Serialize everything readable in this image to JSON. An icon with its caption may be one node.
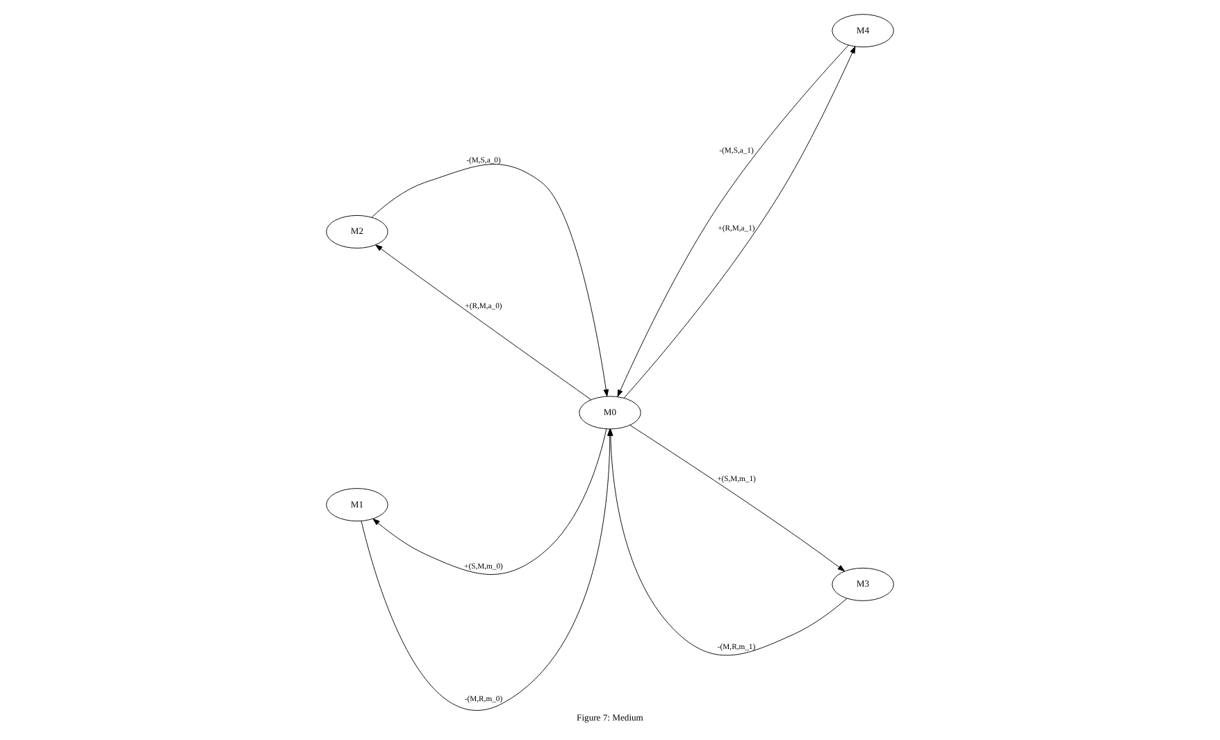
{
  "diagram": {
    "caption": "Figure 7: Medium",
    "nodes": [
      {
        "text": [
          "M2"
        ]
      },
      {
        "text": [
          "M4"
        ]
      },
      {
        "text": [
          "M0"
        ]
      },
      {
        "text": [
          "M1"
        ]
      },
      {
        "text": [
          "M3"
        ]
      }
    ],
    "edges": [
      {
        "from": 2,
        "to": 0,
        "arrow": "to",
        "label": "+(R,M,a_0)"
      },
      {
        "from": 0,
        "to": 2,
        "arrow": "to",
        "label": "-(M,S,a_0)"
      },
      {
        "from": 2,
        "to": 1,
        "arrow": "to",
        "label": "+(R,M,a_1)"
      },
      {
        "from": 1,
        "to": 2,
        "arrow": "to",
        "label": "-(M,S,a_1)"
      },
      {
        "from": 3,
        "to": 2,
        "arrow": "to",
        "label": "-(M,R,m_0)"
      },
      {
        "from": 2,
        "to": 3,
        "arrow": "to",
        "label": "+(S,M,m_0)"
      },
      {
        "from": 4,
        "to": 2,
        "arrow": "to",
        "label": "-(M,R,m_1)"
      },
      {
        "from": 2,
        "to": 4,
        "arrow": "to",
        "label": "+(S,M,m_1)"
      }
    ]
  }
}
